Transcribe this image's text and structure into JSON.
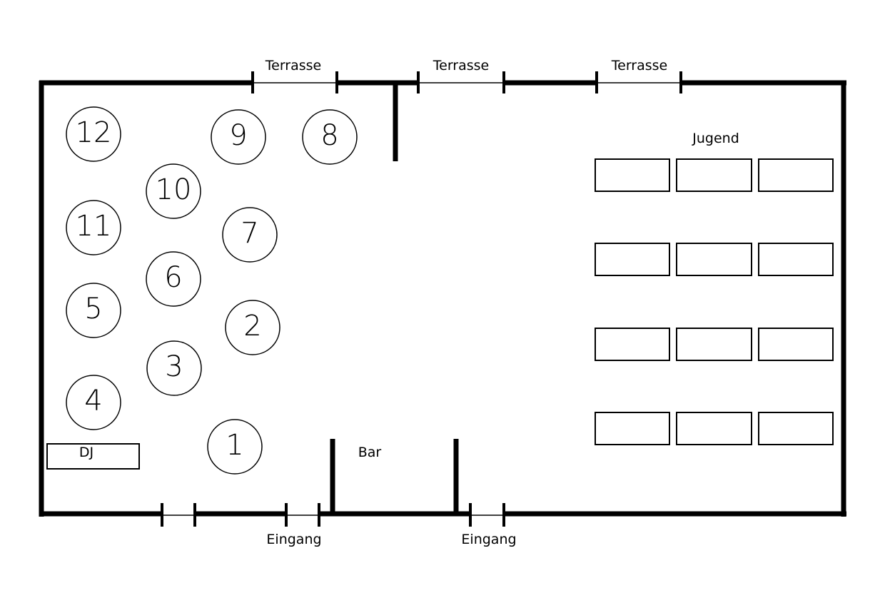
{
  "labels": {
    "terrace_1": "Terrasse",
    "terrace_2": "Terrasse",
    "terrace_3": "Terrasse",
    "entrance_1": "Eingang",
    "entrance_2": "Eingang",
    "bar": "Bar",
    "youth": "Jugend",
    "dj": "DJ"
  },
  "round_tables": [
    {
      "number": "1"
    },
    {
      "number": "2"
    },
    {
      "number": "3"
    },
    {
      "number": "4"
    },
    {
      "number": "5"
    },
    {
      "number": "6"
    },
    {
      "number": "7"
    },
    {
      "number": "8"
    },
    {
      "number": "9"
    },
    {
      "number": "10"
    },
    {
      "number": "11"
    },
    {
      "number": "12"
    }
  ]
}
